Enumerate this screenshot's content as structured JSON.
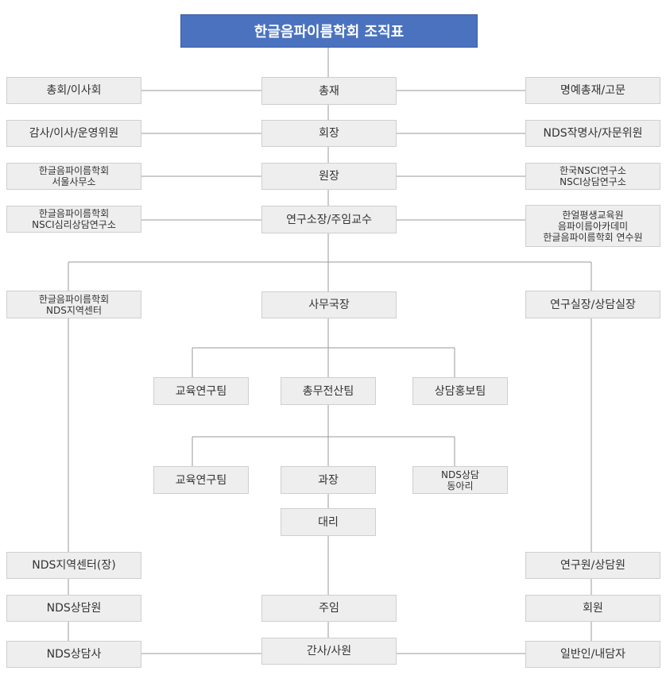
{
  "title": "한글음파이름학회 조직표",
  "colors": {
    "title_bg": "#4a72bf",
    "box_bg": "#eeeeee",
    "line": "#9a9a9a"
  },
  "nodes": {
    "general_board": "총회/이사회",
    "president_chair": "총재",
    "honorary": "명예총재/고문",
    "audit": "감사/이사/운영위원",
    "chairman": "회장",
    "nds_namers": "NDS작명사/자문위원",
    "seoul_office": "한글음파이름학회\n서울사무소",
    "director": "원장",
    "nsci_korea": "한국NSCI연구소\nNSCI상담연구소",
    "nsci_psych": "한글음파이름학회\nNSCI심리상담연구소",
    "research_head": "연구소장/주임교수",
    "lifelong": "한얼평생교육원\n음파이름아카데미\n한글음파이름학회 연수원",
    "nds_regional": "한글음파이름학회\nNDS지역센터",
    "secretary_general": "사무국장",
    "research_counsel_head": "연구실장/상담실장",
    "edu_team_1": "교육연구팀",
    "general_it_team": "총무전산팀",
    "pr_team": "상담홍보팀",
    "edu_team_2": "교육연구팀",
    "manager": "과장",
    "nds_club": "NDS상담\n동아리",
    "assistant_manager": "대리",
    "nds_center_head": "NDS지역센터(장)",
    "researcher": "연구원/상담원",
    "nds_counselor": "NDS상담원",
    "staff_lead": "주임",
    "member": "회원",
    "nds_counsel_master": "NDS상담사",
    "clerk": "간사/사원",
    "public": "일반인/내담자"
  }
}
